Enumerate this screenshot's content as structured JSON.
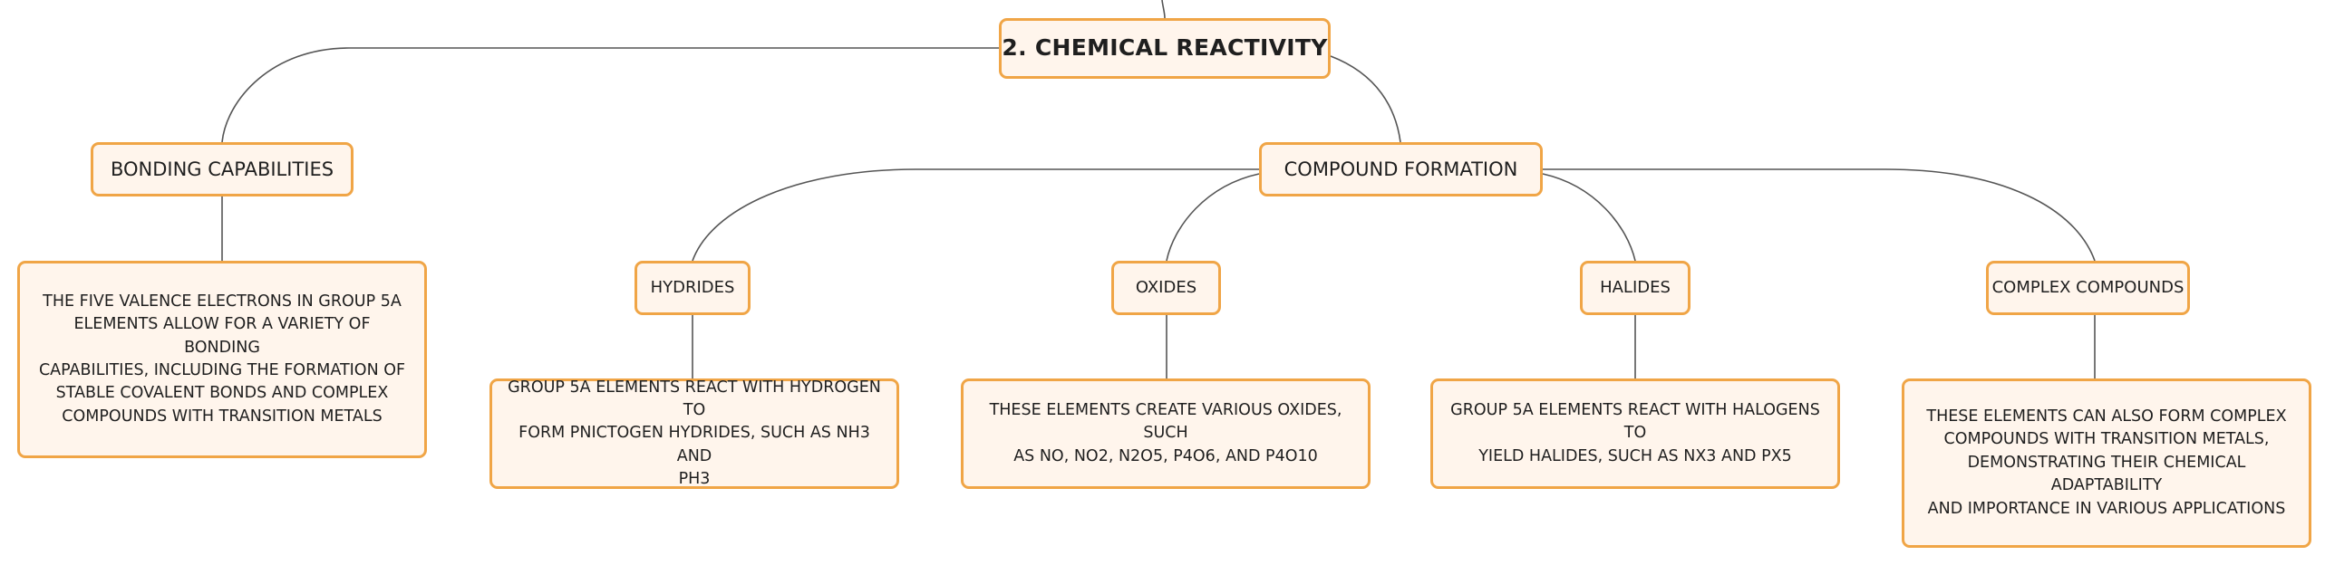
{
  "root": {
    "label": "2. CHEMICAL REACTIVITY"
  },
  "bonding": {
    "label": "BONDING CAPABILITIES",
    "description_lines": [
      "THE FIVE VALENCE ELECTRONS IN GROUP 5A",
      "ELEMENTS ALLOW FOR A VARIETY OF BONDING",
      "CAPABILITIES, INCLUDING THE FORMATION OF",
      "STABLE COVALENT BONDS AND COMPLEX",
      "COMPOUNDS WITH TRANSITION METALS"
    ]
  },
  "compound_formation": {
    "label": "COMPOUND FORMATION",
    "hydrides": {
      "label": "HYDRIDES",
      "description_lines": [
        "GROUP 5A ELEMENTS REACT WITH HYDROGEN TO",
        "FORM PNICTOGEN HYDRIDES, SUCH AS NH3 AND",
        "PH3"
      ]
    },
    "oxides": {
      "label": "OXIDES",
      "description_lines": [
        "THESE ELEMENTS CREATE VARIOUS OXIDES, SUCH",
        "AS NO, NO2, N2O5, P4O6, AND P4O10"
      ]
    },
    "halides": {
      "label": "HALIDES",
      "description_lines": [
        "GROUP 5A ELEMENTS REACT WITH HALOGENS TO",
        "YIELD HALIDES, SUCH AS NX3 AND PX5"
      ]
    },
    "complex_compounds": {
      "label": "COMPLEX COMPOUNDS",
      "description_lines": [
        "THESE ELEMENTS CAN ALSO FORM COMPLEX",
        "COMPOUNDS WITH TRANSITION METALS,",
        "DEMONSTRATING THEIR CHEMICAL ADAPTABILITY",
        "AND IMPORTANCE IN VARIOUS APPLICATIONS"
      ]
    }
  },
  "colors": {
    "node_border": "#f0a546",
    "node_fill": "#fff5ec",
    "connector": "#555555",
    "text": "#1f1f1f"
  }
}
